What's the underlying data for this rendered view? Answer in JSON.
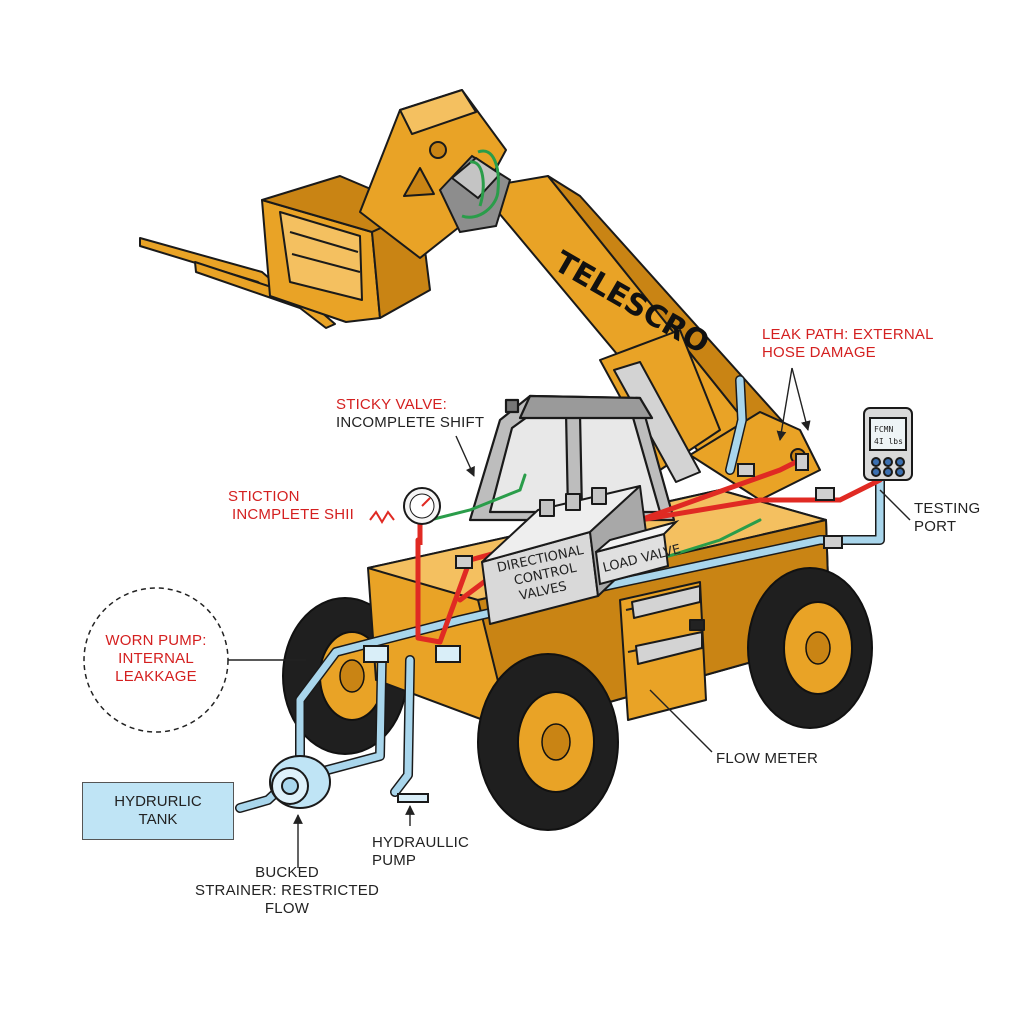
{
  "brand": "TELESCRO",
  "callouts": {
    "leak_path": {
      "line1": "LEAK PATH: EXTERNAL",
      "line2": "HOSE DAMAGE"
    },
    "sticky_valve": {
      "line1": "STICKY VALVE:",
      "line2": "INCOMPLETE SHIFT"
    },
    "stiction": {
      "line1": "STICTION",
      "line2": "INCMPLETE SHII"
    },
    "testing_port": {
      "line1": "TESTING",
      "line2": "PORT"
    },
    "worn_pump": {
      "line1": "WORN PUMP:",
      "line2": "INTERNAL",
      "line3": "LEAKKAGE"
    },
    "flow_meter": "FLOW METER",
    "hydraulic_tank": {
      "line1": "HYDRURLIC",
      "line2": "TANK"
    },
    "hydraulic_pump": {
      "line1": "HYDRAULLIC",
      "line2": "PUMP"
    },
    "blocked_strainer": {
      "line1": "BUCKED",
      "line2": "STRAINER: RESTRICTED",
      "line3": "FLOW"
    }
  },
  "components": {
    "dcv": {
      "line1": "DIRECTIONAL",
      "line2": "CONTROL",
      "line3": "VALVES"
    },
    "load_valve": "LOAD VALVE",
    "meter_screen": {
      "line1": "FCMN",
      "line2": "4I lbs"
    }
  },
  "colors": {
    "body": "#e9a326",
    "body_dark": "#c98414",
    "outline": "#1a1a1a",
    "pressure_line": "#e02a23",
    "return_line": "#a9d6ec",
    "pilot_line": "#2a9d4a",
    "callout_red": "#d42020",
    "tank_fill": "#bfe4f5"
  }
}
